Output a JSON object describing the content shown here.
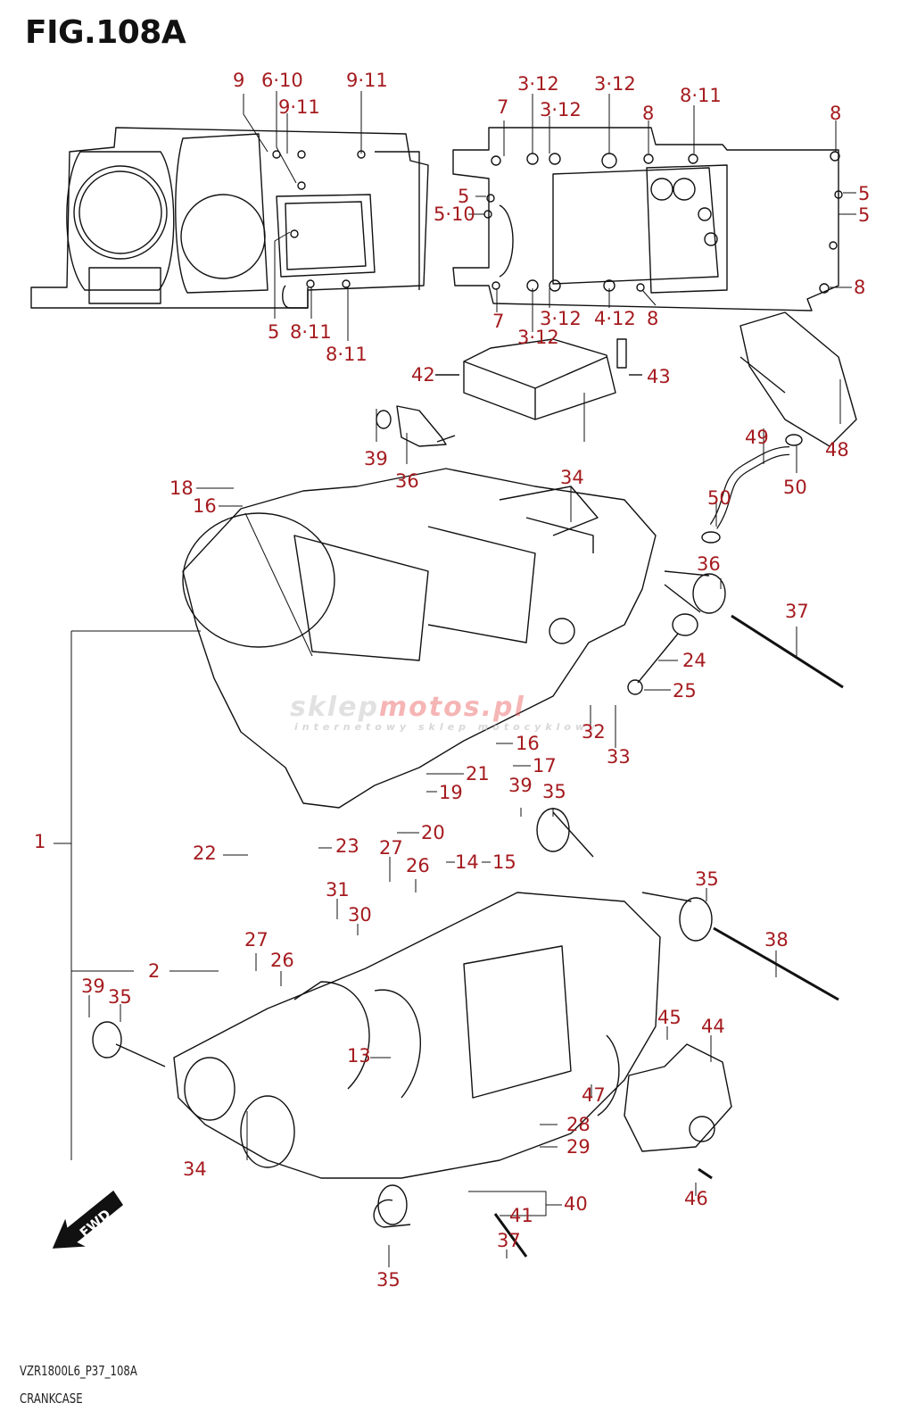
{
  "figure": {
    "title": "FIG.108A",
    "model_code": "VZR1800L6_P37_108A",
    "section_name": "CRANKCASE",
    "direction_indicator": "FWD",
    "watermark": {
      "part1": "sklep",
      "part2": "moto",
      "part3": "s.pl",
      "tagline": "internetowy sklep motocyklowy"
    },
    "label_color": "#a51b1f",
    "line_color": "#111111"
  },
  "callouts": {
    "upper_case_top": [
      {
        "id": "c-9-a",
        "text": "9"
      },
      {
        "id": "c-6-10",
        "text": "6·10"
      },
      {
        "id": "c-9-11-a",
        "text": "9·11"
      },
      {
        "id": "c-9-11-b",
        "text": "9·11"
      },
      {
        "id": "c-5-a",
        "text": "5"
      },
      {
        "id": "c-8-11-a",
        "text": "8·11"
      },
      {
        "id": "c-8-11-b",
        "text": "8·11"
      }
    ],
    "lower_case_top": [
      {
        "id": "c-3-12-a",
        "text": "3·12"
      },
      {
        "id": "c-3-12-b",
        "text": "3·12"
      },
      {
        "id": "c-3-12-c",
        "text": "3·12"
      },
      {
        "id": "c-7-a",
        "text": "7"
      },
      {
        "id": "c-8-a",
        "text": "8"
      },
      {
        "id": "c-8-11-c",
        "text": "8·11"
      },
      {
        "id": "c-8-b",
        "text": "8"
      },
      {
        "id": "c-5-b",
        "text": "5"
      },
      {
        "id": "c-5-10",
        "text": "5·10"
      },
      {
        "id": "c-5-c",
        "text": "5"
      },
      {
        "id": "c-5-d",
        "text": "5"
      },
      {
        "id": "c-8-c",
        "text": "8"
      },
      {
        "id": "c-7-b",
        "text": "7"
      },
      {
        "id": "c-3-12-d",
        "text": "3·12"
      },
      {
        "id": "c-4-12",
        "text": "4·12"
      },
      {
        "id": "c-8-d",
        "text": "8"
      },
      {
        "id": "c-3-12-e",
        "text": "3·12"
      }
    ],
    "exploded": [
      {
        "id": "c-42",
        "text": "42"
      },
      {
        "id": "c-43",
        "text": "43"
      },
      {
        "id": "c-48",
        "text": "48"
      },
      {
        "id": "c-49",
        "text": "49"
      },
      {
        "id": "c-50-a",
        "text": "50"
      },
      {
        "id": "c-50-b",
        "text": "50"
      },
      {
        "id": "c-39-a",
        "text": "39"
      },
      {
        "id": "c-36-a",
        "text": "36"
      },
      {
        "id": "c-34-a",
        "text": "34"
      },
      {
        "id": "c-18",
        "text": "18"
      },
      {
        "id": "c-16-a",
        "text": "16"
      },
      {
        "id": "c-36-b",
        "text": "36"
      },
      {
        "id": "c-37-a",
        "text": "37"
      },
      {
        "id": "c-24",
        "text": "24"
      },
      {
        "id": "c-25",
        "text": "25"
      },
      {
        "id": "c-32",
        "text": "32"
      },
      {
        "id": "c-33",
        "text": "33"
      },
      {
        "id": "c-16-b",
        "text": "16"
      },
      {
        "id": "c-17",
        "text": "17"
      },
      {
        "id": "c-21",
        "text": "21"
      },
      {
        "id": "c-19",
        "text": "19"
      },
      {
        "id": "c-39-b",
        "text": "39"
      },
      {
        "id": "c-35-a",
        "text": "35"
      },
      {
        "id": "c-20",
        "text": "20"
      },
      {
        "id": "c-1",
        "text": "1"
      },
      {
        "id": "c-22",
        "text": "22"
      },
      {
        "id": "c-23",
        "text": "23"
      },
      {
        "id": "c-27-a",
        "text": "27"
      },
      {
        "id": "c-26-a",
        "text": "26"
      },
      {
        "id": "c-14",
        "text": "14"
      },
      {
        "id": "c-15",
        "text": "15"
      },
      {
        "id": "c-31",
        "text": "31"
      },
      {
        "id": "c-30",
        "text": "30"
      },
      {
        "id": "c-35-b",
        "text": "35"
      },
      {
        "id": "c-38",
        "text": "38"
      },
      {
        "id": "c-27-b",
        "text": "27"
      },
      {
        "id": "c-26-b",
        "text": "26"
      },
      {
        "id": "c-2",
        "text": "2"
      },
      {
        "id": "c-39-c",
        "text": "39"
      },
      {
        "id": "c-35-c",
        "text": "35"
      },
      {
        "id": "c-13",
        "text": "13"
      },
      {
        "id": "c-45",
        "text": "45"
      },
      {
        "id": "c-44",
        "text": "44"
      },
      {
        "id": "c-47",
        "text": "47"
      },
      {
        "id": "c-28",
        "text": "28"
      },
      {
        "id": "c-29",
        "text": "29"
      },
      {
        "id": "c-46",
        "text": "46"
      },
      {
        "id": "c-34-b",
        "text": "34"
      },
      {
        "id": "c-40",
        "text": "40"
      },
      {
        "id": "c-41",
        "text": "41"
      },
      {
        "id": "c-35-d",
        "text": "35"
      },
      {
        "id": "c-37-b",
        "text": "37"
      }
    ]
  }
}
